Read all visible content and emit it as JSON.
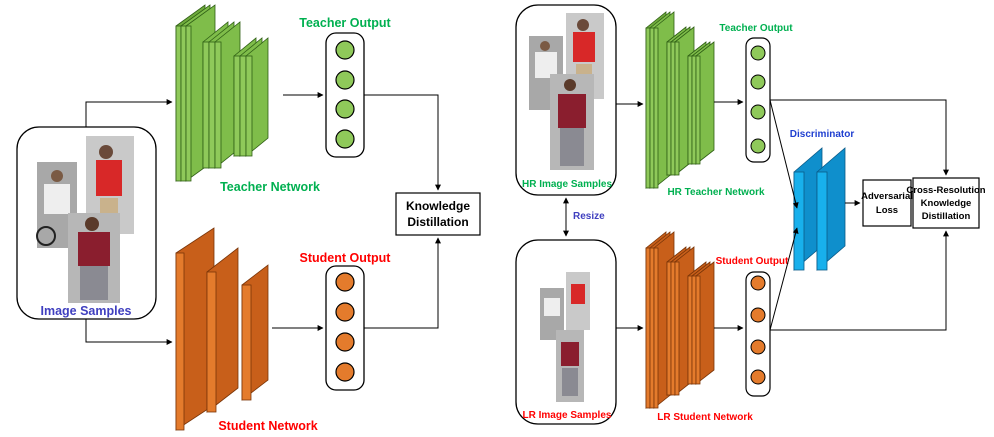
{
  "left_diagram": {
    "image_samples_label": "Image Samples",
    "teacher_network_label": "Teacher Network",
    "student_network_label": "Student Network",
    "teacher_output_label": "Teacher Output",
    "student_output_label": "Student Output",
    "kd_line1": "Knowledge",
    "kd_line2": "Distillation"
  },
  "right_diagram": {
    "hr_samples_label": "HR Image Samples",
    "lr_samples_label": "LR Image Samples",
    "resize_label": "Resize",
    "hr_teacher_label": "HR Teacher Network",
    "lr_student_label": "LR Student Network",
    "teacher_output_label": "Teacher Output",
    "student_output_label": "Student Output",
    "discriminator_label": "Discriminator",
    "adv_line1": "Adversarial",
    "adv_line2": "Loss",
    "crkd_line1": "Cross-Resolution",
    "crkd_line2": "Knowledge",
    "crkd_line3": "Distillation"
  },
  "colors": {
    "teacher": "#00b050",
    "student": "#ff0000",
    "samples": "#3f3fbf",
    "discriminator": "#1f3fd0",
    "teacher_fill": "#8fc95a",
    "student_fill": "#e47b2c",
    "disc_fill": "#18b0ec"
  }
}
